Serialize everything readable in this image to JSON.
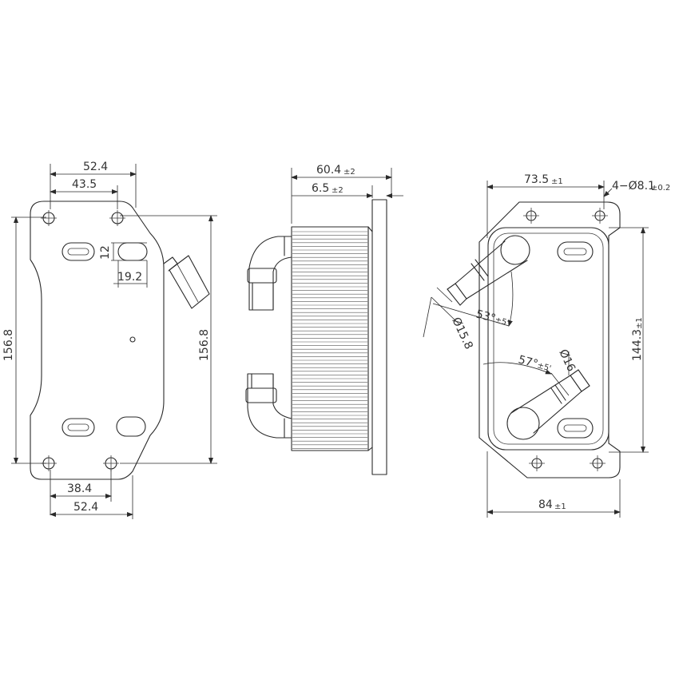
{
  "front_view": {
    "dim_width_top": "52.4",
    "dim_hole_spacing_top": "43.5",
    "dim_slot_height": "12",
    "dim_slot_width": "19.2",
    "dim_height_left": "156.8",
    "dim_height_right": "156.8",
    "dim_hole_spacing_bottom": "38.4",
    "dim_width_bottom": "52.4"
  },
  "side_view": {
    "dim_depth": "60.4",
    "dim_depth_tol": "±2",
    "dim_flange": "6.5",
    "dim_flange_tol": "±2"
  },
  "rear_view": {
    "dim_width_top": "73.5",
    "dim_width_top_tol": "±1",
    "dim_holes": "4−Ø8.1",
    "dim_holes_tol": "±0.2",
    "dim_height": "144.3",
    "dim_height_tol": "±1",
    "dim_angle_top": "53°",
    "dim_angle_top_tol": "±5'",
    "dim_pipe_dia_top": "Ø15.8",
    "dim_angle_bottom": "57°",
    "dim_angle_bottom_tol": "±5'",
    "dim_pipe_dia_bottom": "Ø16",
    "dim_width_bottom": "84",
    "dim_width_bottom_tol": "±1"
  }
}
